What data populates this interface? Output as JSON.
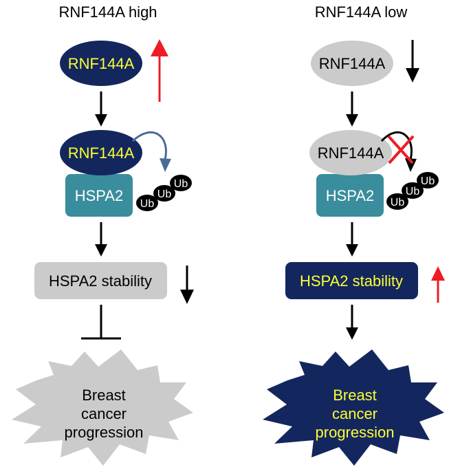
{
  "left": {
    "title": "RNF144A high",
    "node_top": "RNF144A",
    "node_complex": "RNF144A",
    "substrate": "HSPA2",
    "ub": [
      "Ub",
      "Ub",
      "Ub"
    ],
    "stability": "HSPA2 stability",
    "outcome_lines": [
      "Breast",
      "cancer",
      "progression"
    ]
  },
  "right": {
    "title": "RNF144A low",
    "node_top": "RNF144A",
    "node_complex": "RNF144A",
    "substrate": "HSPA2",
    "ub": [
      "Ub",
      "Ub",
      "Ub"
    ],
    "stability": "HSPA2 stability",
    "outcome_lines": [
      "Breast",
      "cancer",
      "progression"
    ]
  },
  "colors": {
    "navy": "#13275e",
    "gray": "#cbcbcb",
    "teal": "#3a8d9c",
    "red": "#ee1c24",
    "yellow_text": "#ffff33",
    "curve_blue": "#4a6a9a"
  }
}
